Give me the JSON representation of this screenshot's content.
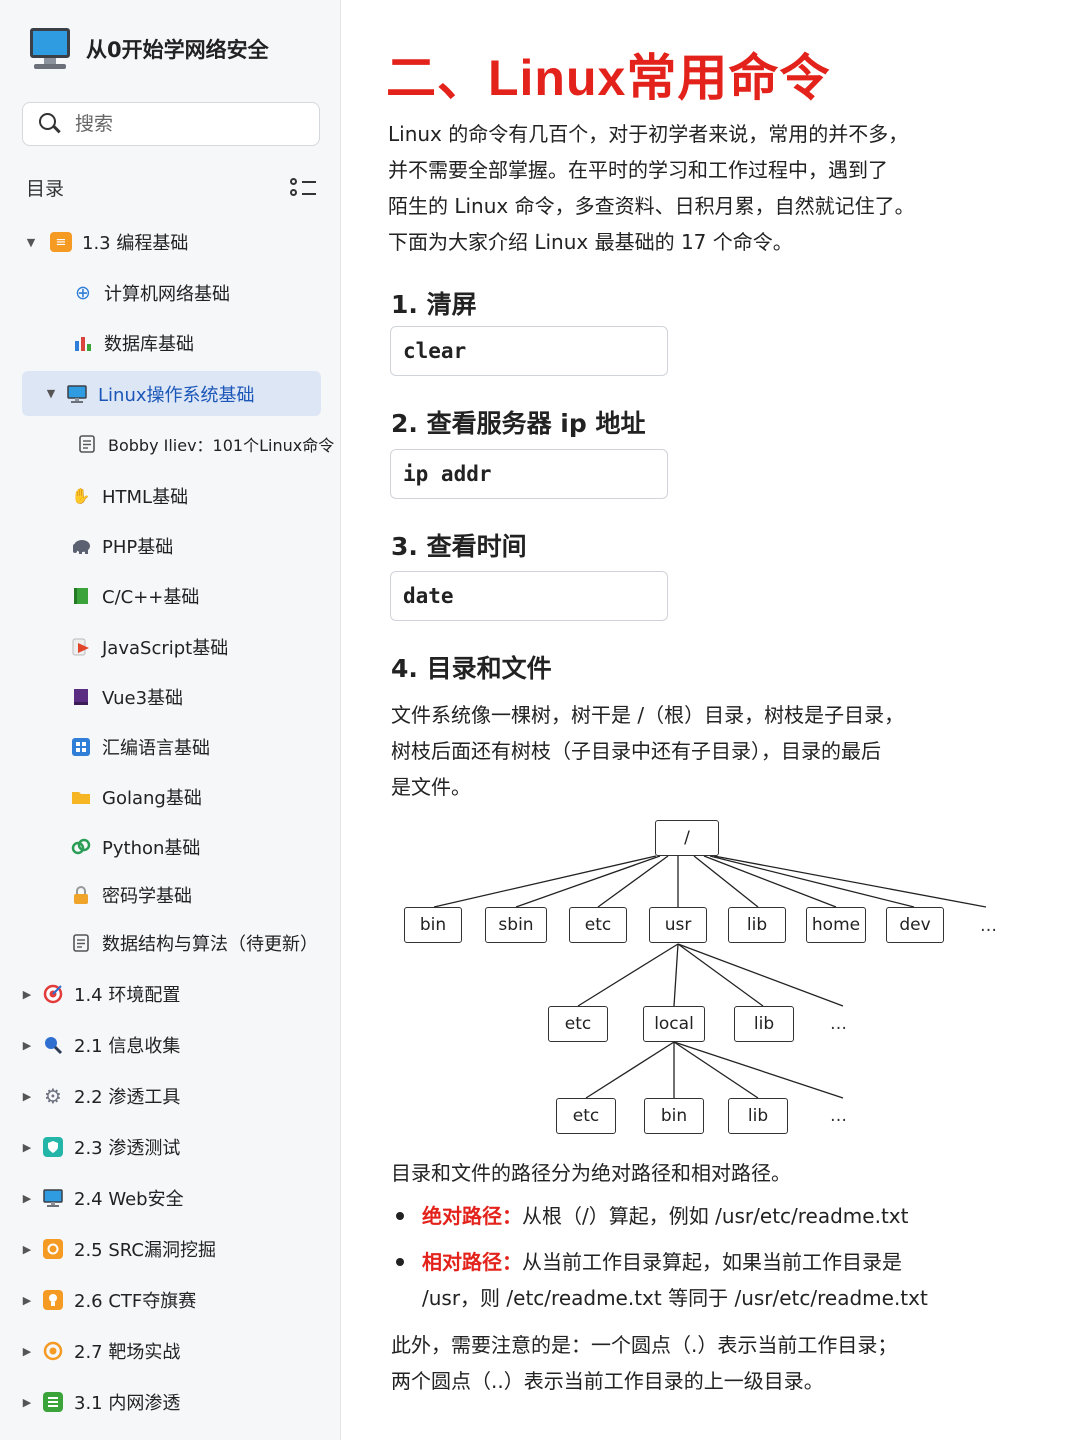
{
  "app": {
    "title": "从0开始学网络安全",
    "icon": "computer-icon"
  },
  "search": {
    "placeholder": "搜索"
  },
  "toc": {
    "label": "目录"
  },
  "sidebar": {
    "items": [
      {
        "label": "1.3 编程基础",
        "icon": "list-doc-icon",
        "icon_color": "#f59a23",
        "expanded": true
      },
      {
        "label": "计算机网络基础",
        "icon": "globe-icon",
        "icon_color": "#2f7fd8"
      },
      {
        "label": "数据库基础",
        "icon": "bar-chart-icon",
        "icon_color": "#d9453c"
      },
      {
        "label": "Linux操作系统基础",
        "icon": "monitor-icon",
        "icon_color": "#2f9be0",
        "active": true,
        "expanded": true
      },
      {
        "label": "Bobby Iliev：101个Linux命令",
        "icon": "document-icon",
        "icon_color": "#555555"
      },
      {
        "label": "HTML基础",
        "icon": "hand-icon",
        "icon_color": "#e0442b"
      },
      {
        "label": "PHP基础",
        "icon": "elephant-icon",
        "icon_color": "#5b6170"
      },
      {
        "label": "C/C++基础",
        "icon": "book-icon",
        "icon_color": "#3aa33a"
      },
      {
        "label": "JavaScript基础",
        "icon": "play-icon",
        "icon_color": "#e0442b"
      },
      {
        "label": "Vue3基础",
        "icon": "book-purple-icon",
        "icon_color": "#5a2d82"
      },
      {
        "label": "汇编语言基础",
        "icon": "grid-icon",
        "icon_color": "#2f7fd8"
      },
      {
        "label": "Golang基础",
        "icon": "folder-icon",
        "icon_color": "#f6b623"
      },
      {
        "label": "Python基础",
        "icon": "dna-icon",
        "icon_color": "#2a9d56"
      },
      {
        "label": "密码学基础",
        "icon": "lock-icon",
        "icon_color": "#f0a52a"
      },
      {
        "label": "数据结构与算法（待更新）",
        "icon": "document-icon",
        "icon_color": "#555555"
      },
      {
        "label": "1.4 环境配置",
        "icon": "target-icon",
        "icon_color": "#e33a3a"
      },
      {
        "label": "2.1 信息收集",
        "icon": "magnifier-icon",
        "icon_color": "#2f6fd0"
      },
      {
        "label": "2.2 渗透工具",
        "icon": "gear-icon",
        "icon_color": "#6d7380"
      },
      {
        "label": "2.3 渗透测试",
        "icon": "shield-icon",
        "icon_color": "#22b5a8"
      },
      {
        "label": "2.4 Web安全",
        "icon": "monitor-icon",
        "icon_color": "#2f9be0"
      },
      {
        "label": "2.5 SRC漏洞挖掘",
        "icon": "bug-icon",
        "icon_color": "#f59a23"
      },
      {
        "label": "2.6 CTF夺旗赛",
        "icon": "bulb-icon",
        "icon_color": "#f59a23"
      },
      {
        "label": "2.7 靶场实战",
        "icon": "target-ring-icon",
        "icon_color": "#f59a23"
      },
      {
        "label": "3.1 内网渗透",
        "icon": "list-green-icon",
        "icon_color": "#3aa33a"
      }
    ]
  },
  "main": {
    "title": "二、Linux常用命令",
    "intro": [
      "Linux 的命令有几百个，对于初学者来说，常用的并不多，",
      "并不需要全部掌握。在平时的学习和工作过程中，遇到了",
      "陌生的 Linux 命令，多查资料、日积月累，自然就记住了。",
      "下面为大家介绍 Linux 最基础的 17 个命令。"
    ],
    "sections": [
      {
        "heading": "1. 清屏",
        "code": "clear"
      },
      {
        "heading": "2. 查看服务器 ip 地址",
        "code": "ip addr"
      },
      {
        "heading": "3. 查看时间",
        "code": "date"
      },
      {
        "heading": "4. 目录和文件"
      }
    ],
    "dir_text": [
      "文件系统像一棵树，树干是 /（根）目录，树枝是子目录，",
      "树枝后面还有树枝（子目录中还有子目录），目录的最后",
      "是文件。"
    ],
    "tree": {
      "root": "/",
      "level1": [
        "bin",
        "sbin",
        "etc",
        "usr",
        "lib",
        "home",
        "dev",
        "…"
      ],
      "level2": [
        "etc",
        "local",
        "lib",
        "…"
      ],
      "level3": [
        "etc",
        "bin",
        "lib",
        "…"
      ]
    },
    "path_intro": "目录和文件的路径分为绝对路径和相对路径。",
    "bullets": [
      {
        "term": "绝对路径：",
        "text": "从根（/）算起，例如 /usr/etc/readme.txt"
      },
      {
        "term": "相对路径：",
        "text": "从当前工作目录算起，如果当前工作目录是",
        "text2": "/usr，则 /etc/readme.txt 等同于 /usr/etc/readme.txt"
      }
    ],
    "note": [
      "此外，需要注意的是：一个圆点（.）表示当前工作目录；",
      "两个圆点（..）表示当前工作目录的上一级目录。"
    ]
  }
}
